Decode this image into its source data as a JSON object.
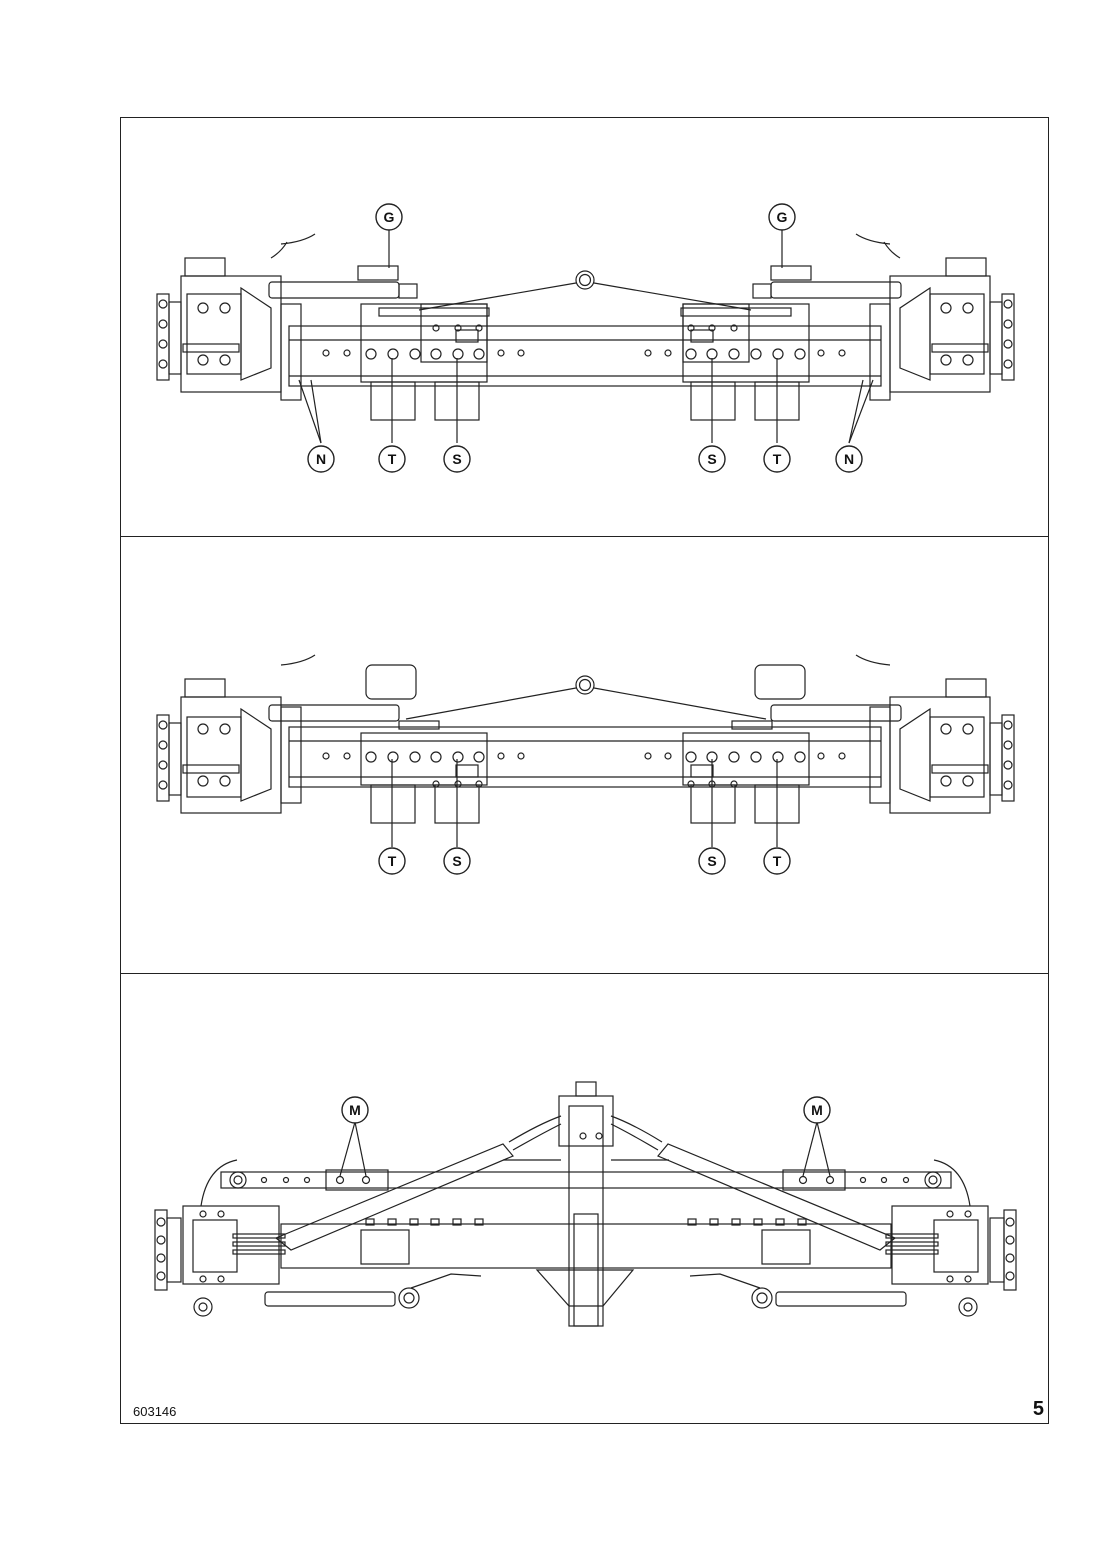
{
  "figure": {
    "id": "603146",
    "number": "5"
  },
  "panel1": {
    "callouts": {
      "g_left": "G",
      "g_right": "G",
      "n_left": "N",
      "t_left": "T",
      "s_left": "S",
      "s_right": "S",
      "t_right": "T",
      "n_right": "N"
    }
  },
  "panel2": {
    "callouts": {
      "t_left": "T",
      "s_left": "S",
      "s_right": "S",
      "t_right": "T"
    }
  },
  "panel3": {
    "callouts": {
      "m_left": "M",
      "m_right": "M"
    }
  },
  "colors": {
    "line": "#222222",
    "paper": "#ffffff"
  }
}
